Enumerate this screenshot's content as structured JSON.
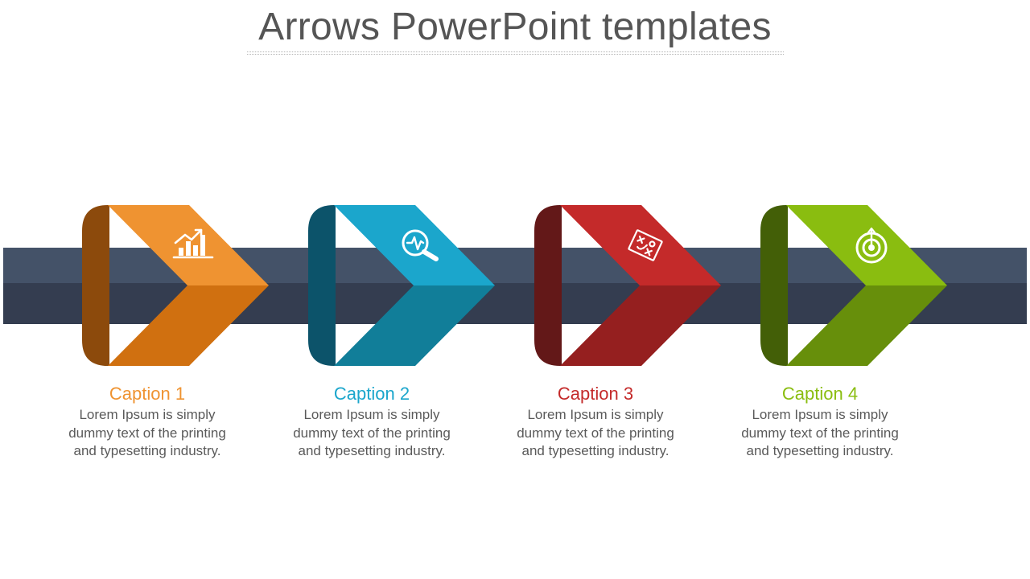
{
  "title": "Arrows PowerPoint templates",
  "steps": [
    {
      "caption": "Caption 1",
      "text": "Lorem Ipsum is simply dummy text of the printing and typesetting industry.",
      "icon": "bar-chart-growth-icon",
      "colors": {
        "caption": "#ef9331",
        "light": "#ef9331",
        "dark": "#d07010",
        "shadow": "#8c4a0c"
      }
    },
    {
      "caption": "Caption 2",
      "text": "Lorem Ipsum is simply dummy text of the printing and typesetting industry.",
      "icon": "pulse-magnifier-icon",
      "colors": {
        "caption": "#1ba6cc",
        "light": "#1ba6cc",
        "dark": "#117e99",
        "shadow": "#0c536a"
      }
    },
    {
      "caption": "Caption 3",
      "text": "Lorem Ipsum is simply dummy text of the printing and typesetting industry.",
      "icon": "strategy-board-icon",
      "colors": {
        "caption": "#c42a2a",
        "light": "#c42a2a",
        "dark": "#951f1f",
        "shadow": "#631818"
      }
    },
    {
      "caption": "Caption 4",
      "text": "Lorem Ipsum is simply dummy text of the printing and typesetting industry.",
      "icon": "target-icon",
      "colors": {
        "caption": "#8abd10",
        "light": "#8abd10",
        "dark": "#678f0b",
        "shadow": "#435f07"
      }
    }
  ],
  "band_colors": {
    "top": "#445268",
    "bottom": "#343d50"
  },
  "text_color": "#5a5a5a"
}
